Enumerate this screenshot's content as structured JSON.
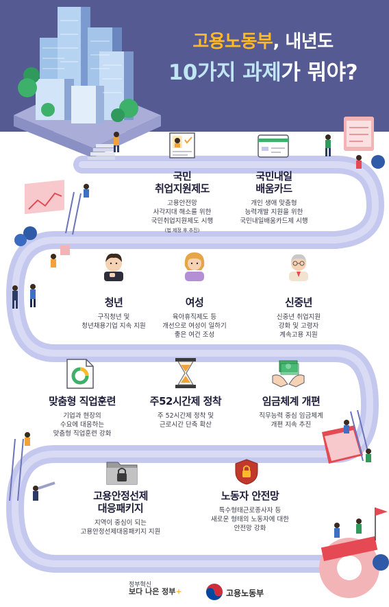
{
  "header": {
    "title_line1_accent": "고용노동부",
    "title_line1_rest": ", 내년도",
    "title_line2_accent": "10가지 과제",
    "title_line2_rest": "가 뭐야?"
  },
  "items": [
    {
      "title": [
        "국민",
        "취업지원제도"
      ],
      "desc": [
        "고용안전망",
        "사각지대 해소를 위한",
        "국민취업지원제도 시행"
      ],
      "note": "(법 제정 후 추진)",
      "icon": "document-person-icon"
    },
    {
      "title": [
        "국민내일",
        "배움카드"
      ],
      "desc": [
        "개인 생애 맞춤형",
        "능력개발 지원을 위한",
        "국민내일배움카드제 시행"
      ],
      "icon": "card-icon"
    },
    {
      "title": [
        "청년"
      ],
      "desc": [
        "구직청년 및",
        "청년채용기업 지속 지원"
      ],
      "icon": "young-man-icon"
    },
    {
      "title": [
        "여성"
      ],
      "desc": [
        "육아휴직제도 등",
        "개선으로 여성이 일하기",
        "좋은 여건 조성"
      ],
      "icon": "woman-icon"
    },
    {
      "title": [
        "신중년"
      ],
      "desc": [
        "신중년 취업지원",
        "강화 및 고령자",
        "계속고용 지원"
      ],
      "icon": "senior-man-icon"
    },
    {
      "title": [
        "맞춤형 직업훈련"
      ],
      "desc": [
        "기업과 현장의",
        "수요에 대응하는",
        "맞춤형 직업훈련 강화"
      ],
      "icon": "chart-document-icon"
    },
    {
      "title": [
        "주52시간제 정착"
      ],
      "desc": [
        "주 52시간제 정착 및",
        "근로시간 단축 확산"
      ],
      "icon": "hourglass-icon"
    },
    {
      "title": [
        "임금체계 개편"
      ],
      "desc": [
        "직무능력 중심 임금체계",
        "개편 지속 추진"
      ],
      "icon": "money-hands-icon"
    },
    {
      "title": [
        "고용안정선제",
        "대응패키지"
      ],
      "desc": [
        "지역이 중심이 되는",
        "고용안정선제대응패키지 지원"
      ],
      "icon": "locked-folder-icon"
    },
    {
      "title": [
        "노동자 안전망"
      ],
      "desc": [
        "특수형태근로종사자 등",
        "새로운 형태의 노동자에 대한",
        "안전망 강화"
      ],
      "icon": "shield-lock-icon"
    }
  ],
  "footer": {
    "left_small": "정부혁신",
    "left_big": "보다 나은 정부",
    "left_plus": "+",
    "right": "고용노동부"
  },
  "colors": {
    "hero": "#555a93",
    "road": "#c5c8ee",
    "accent": "#fdb92c",
    "accent2": "#bfe6f2"
  }
}
